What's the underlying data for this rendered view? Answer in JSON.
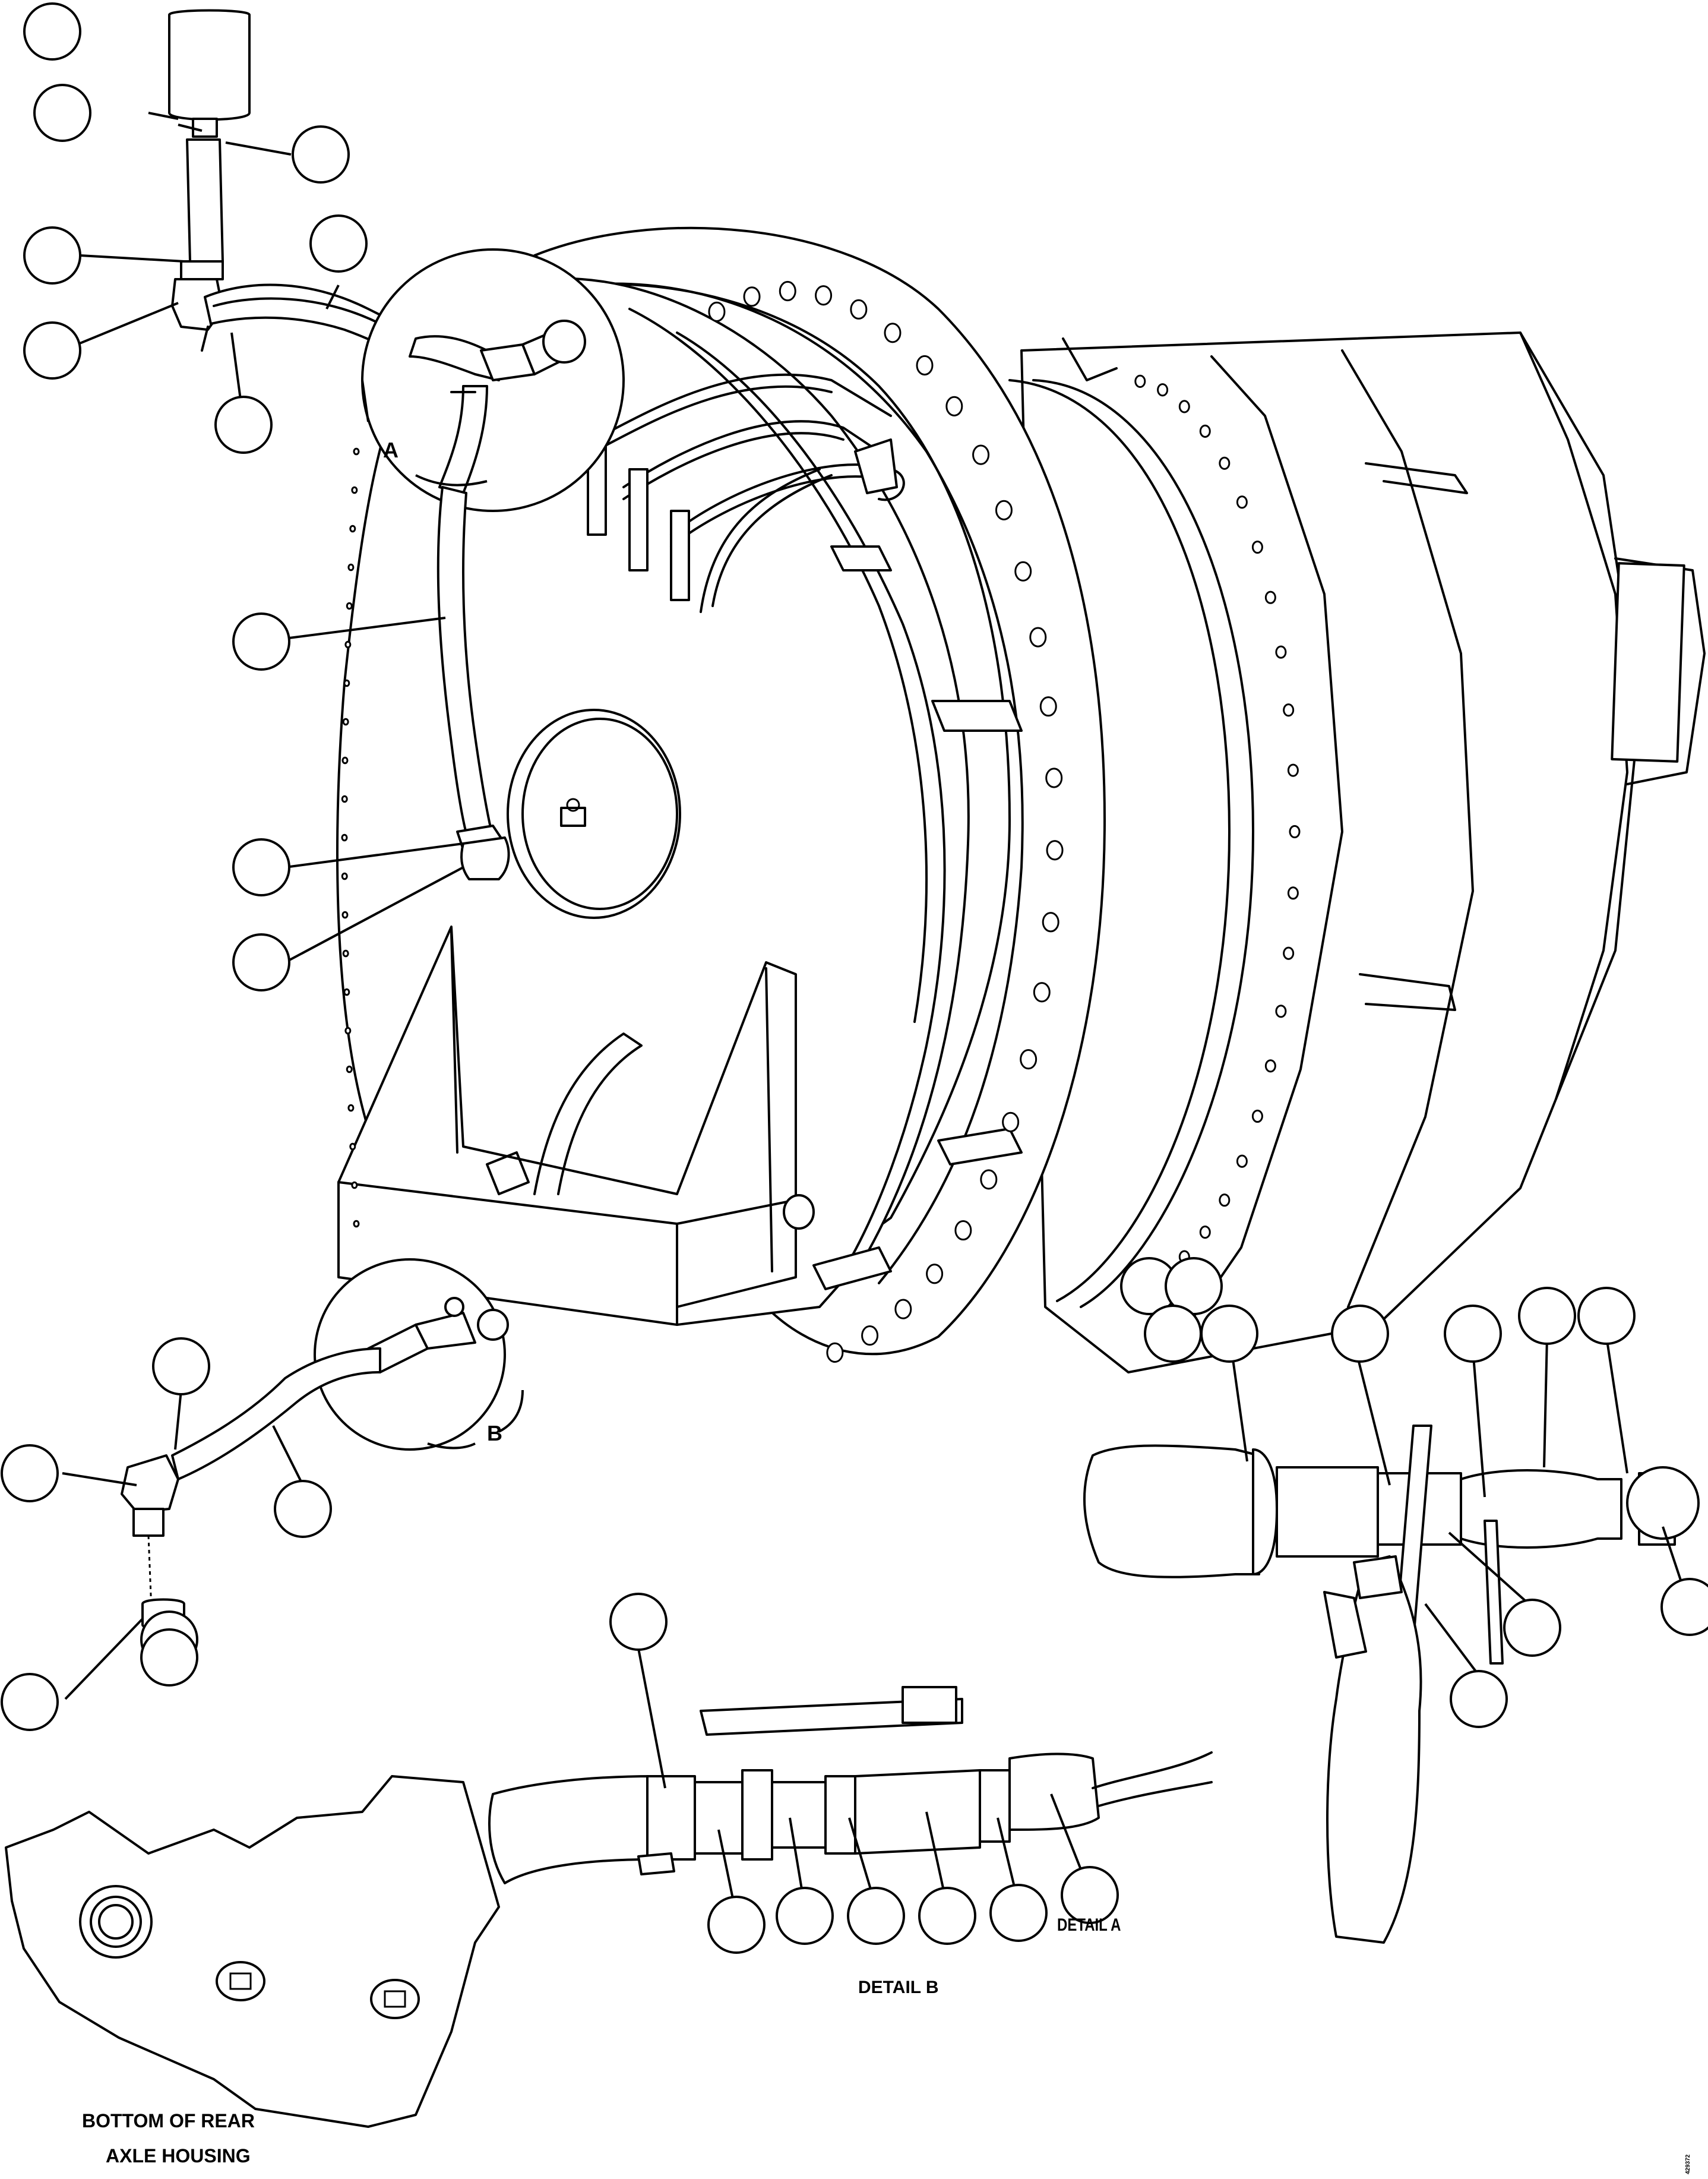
{
  "diagram": {
    "detail_a_caption": "DETAIL A",
    "detail_b_caption": "DETAIL B",
    "detail_a_marker": "A",
    "detail_b_marker": "B",
    "housing_caption_line1": "BOTTOM OF REAR",
    "housing_caption_line2": "AXLE HOUSING",
    "figure_id": "429372",
    "callout_count": 36
  }
}
